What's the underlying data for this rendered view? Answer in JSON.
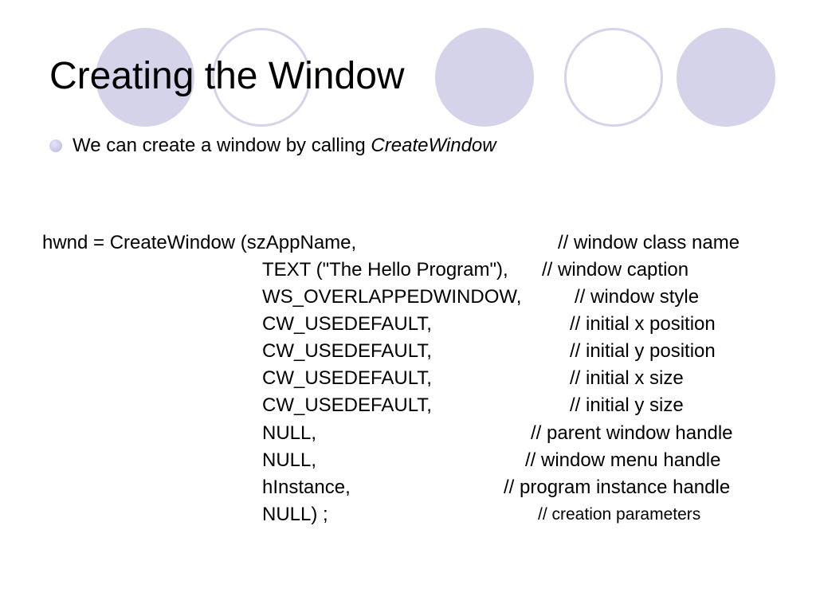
{
  "slide": {
    "title": "Creating the Window",
    "bullet": {
      "text": "We can create a window by calling ",
      "emphasis": "CreateWindow"
    }
  },
  "code": {
    "lines": [
      {
        "code": "hwnd = CreateWindow (szAppName,",
        "comment": "// window class name"
      },
      {
        "code": "TEXT (\"The Hello Program\"),",
        "comment": "// window caption"
      },
      {
        "code": "WS_OVERLAPPEDWINDOW,",
        "comment": "// window style"
      },
      {
        "code": "CW_USEDEFAULT,",
        "comment": "// initial x position"
      },
      {
        "code": "CW_USEDEFAULT,",
        "comment": "// initial y position"
      },
      {
        "code": "CW_USEDEFAULT,",
        "comment": "// initial x size"
      },
      {
        "code": "CW_USEDEFAULT,",
        "comment": "// initial y size"
      },
      {
        "code": "NULL,",
        "comment": "// parent window handle"
      },
      {
        "code": "NULL,",
        "comment": "// window menu handle"
      },
      {
        "code": "hInstance,",
        "comment": "// program instance handle"
      },
      {
        "code": "NULL) ;",
        "comment": "// creation parameters"
      }
    ]
  },
  "theme": {
    "circle_color": "#d5d3ea",
    "text_color": "#000000"
  }
}
